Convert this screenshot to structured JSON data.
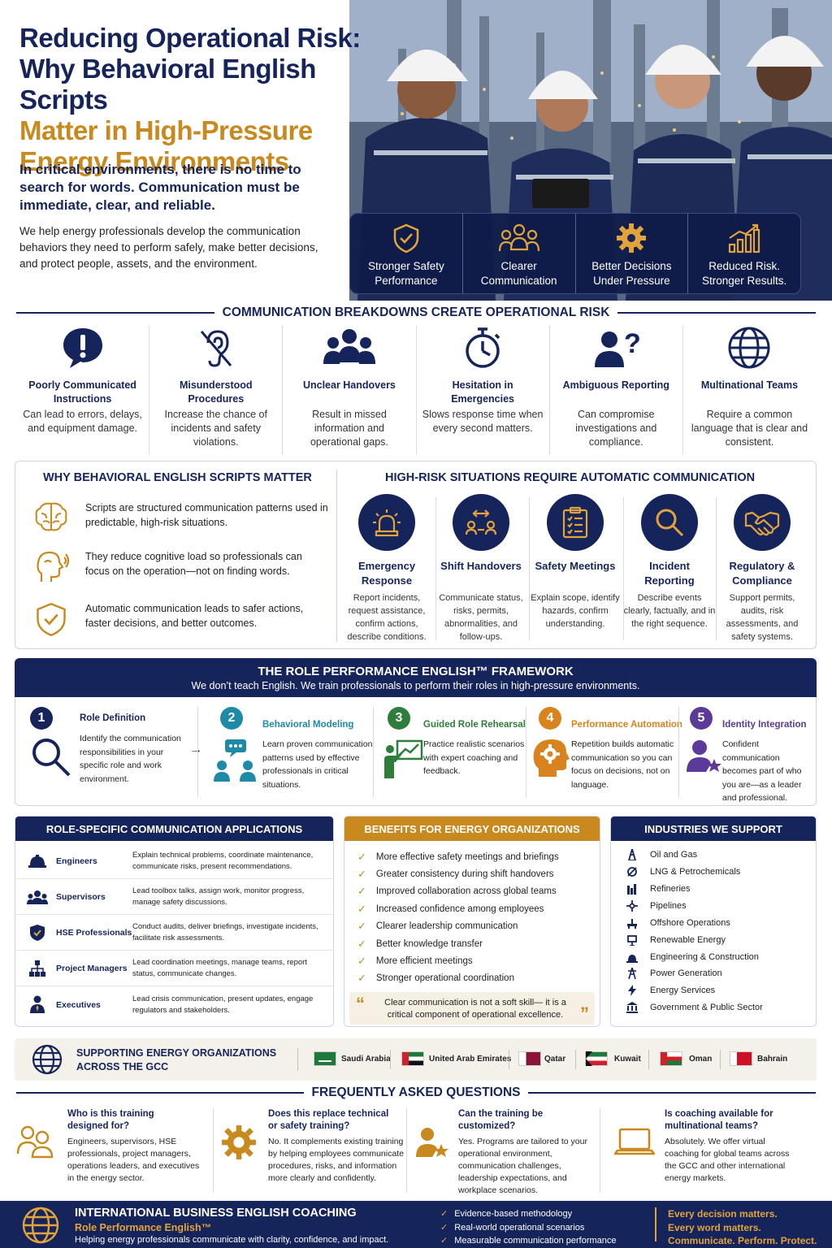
{
  "hero": {
    "title_line1": "Reducing Operational Risk:",
    "title_line2": "Why Behavioral English Scripts",
    "title_line3": "Matter in High-Pressure",
    "title_line4": "Energy Environments",
    "lead": "In critical environments, there is no time to search for words. Communication must be immediate, clear, and reliable.",
    "body": "We help energy professionals develop the communication behaviors they need to perform safely, make better decisions, and protect people, assets, and the environment.",
    "benefits": [
      {
        "icon": "shield-check-icon",
        "label": "Stronger Safety Performance"
      },
      {
        "icon": "team-icon",
        "label": "Clearer Communication"
      },
      {
        "icon": "gear-icon",
        "label": "Better Decisions Under Pressure"
      },
      {
        "icon": "growth-chart-icon",
        "label": "Reduced Risk. Stronger Results."
      }
    ]
  },
  "breakdowns": {
    "heading": "COMMUNICATION BREAKDOWNS CREATE OPERATIONAL RISK",
    "items": [
      {
        "icon": "alert-bubble-icon",
        "title": "Poorly Communicated Instructions",
        "desc": "Can lead to errors, delays, and equipment damage."
      },
      {
        "icon": "muted-ear-icon",
        "title": "Misunderstood Procedures",
        "desc": "Increase the chance of incidents and safety violations."
      },
      {
        "icon": "group-icon",
        "title": "Unclear Handovers",
        "desc": "Result in missed information and operational gaps."
      },
      {
        "icon": "stopwatch-icon",
        "title": "Hesitation in Emergencies",
        "desc": "Slows response time when every second matters."
      },
      {
        "icon": "person-question-icon",
        "title": "Ambiguous Reporting",
        "desc": "Can compromise investigations and compliance."
      },
      {
        "icon": "globe-icon",
        "title": "Multinational Teams",
        "desc": "Require a common language that is clear and consistent."
      }
    ]
  },
  "why": {
    "heading": "WHY BEHAVIORAL ENGLISH SCRIPTS MATTER",
    "items": [
      {
        "icon": "brain-icon",
        "text": "Scripts are structured communication patterns used in predictable, high-risk situations."
      },
      {
        "icon": "head-speaking-icon",
        "text": "They reduce cognitive load so professionals can focus on the operation—not on finding words."
      },
      {
        "icon": "shield-check-icon",
        "text": "Automatic communication leads to safer actions, faster decisions, and better outcomes."
      }
    ]
  },
  "highrisk": {
    "heading": "HIGH-RISK SITUATIONS REQUIRE AUTOMATIC COMMUNICATION",
    "items": [
      {
        "icon": "alarm-light-icon",
        "title": "Emergency Response",
        "desc": "Report incidents, request assistance, confirm actions, describe conditions."
      },
      {
        "icon": "handover-icon",
        "title": "Shift Handovers",
        "desc": "Communicate status, risks, permits, abnormalities, and follow-ups."
      },
      {
        "icon": "clipboard-icon",
        "title": "Safety Meetings",
        "desc": "Explain scope, identify hazards, confirm understanding."
      },
      {
        "icon": "magnifier-icon",
        "title": "Incident Reporting",
        "desc": "Describe events clearly, factually, and in the right sequence."
      },
      {
        "icon": "handshake-icon",
        "title": "Regulatory & Compliance",
        "desc": "Support permits, audits, risk assessments, and safety systems."
      }
    ]
  },
  "framework": {
    "title": "THE ROLE PERFORMANCE ENGLISH™ FRAMEWORK",
    "subtitle": "We don’t teach English. We train professionals to perform their roles in high-pressure environments.",
    "steps": [
      {
        "num": "1",
        "title": "Role Definition",
        "desc": "Identify the communication responsibilities in your specific role and work environment.",
        "icon": "magnifier-icon"
      },
      {
        "num": "2",
        "title": "Behavioral Modeling",
        "desc": "Learn proven communication patterns used by effective professionals in critical situations.",
        "icon": "people-chat-icon"
      },
      {
        "num": "3",
        "title": "Guided Role Rehearsal",
        "desc": "Practice realistic scenarios with expert coaching and feedback.",
        "icon": "presenter-icon"
      },
      {
        "num": "4",
        "title": "Performance Automation",
        "desc": "Repetition builds automatic communication so you can focus on decisions, not on language.",
        "icon": "head-gear-icon"
      },
      {
        "num": "5",
        "title": "Identity Integration",
        "desc": "Confident communication becomes part of who you are—as a leader and professional.",
        "icon": "person-star-icon"
      }
    ]
  },
  "roles": {
    "heading": "ROLE-SPECIFIC COMMUNICATION APPLICATIONS",
    "items": [
      {
        "icon": "hardhat-icon",
        "name": "Engineers",
        "desc": "Explain technical problems, coordinate maintenance, communicate risks, present recommendations."
      },
      {
        "icon": "group-icon",
        "name": "Supervisors",
        "desc": "Lead toolbox talks, assign work, monitor progress, manage safety discussions."
      },
      {
        "icon": "shield-check-icon",
        "name": "HSE Professionals",
        "desc": "Conduct audits, deliver briefings, investigate incidents, facilitate risk assessments."
      },
      {
        "icon": "org-chart-icon",
        "name": "Project Managers",
        "desc": "Lead coordination meetings, manage teams, report status, communicate changes."
      },
      {
        "icon": "executive-icon",
        "name": "Executives",
        "desc": "Lead crisis communication, present updates, engage regulators and stakeholders."
      }
    ]
  },
  "benefits_org": {
    "heading": "BENEFITS FOR ENERGY ORGANIZATIONS",
    "items": [
      "More effective safety meetings and briefings",
      "Greater consistency during shift handovers",
      "Improved collaboration across global teams",
      "Increased confidence among employees",
      "Clearer leadership communication",
      "Better knowledge transfer",
      "More efficient meetings",
      "Stronger operational coordination"
    ],
    "quote": "Clear communication is not a soft skill— it is a critical component of operational excellence."
  },
  "industries": {
    "heading": "INDUSTRIES WE SUPPORT",
    "items": [
      {
        "icon": "oil-rig-icon",
        "label": "Oil and Gas"
      },
      {
        "icon": "lng-icon",
        "label": "LNG & Petrochemicals"
      },
      {
        "icon": "refinery-icon",
        "label": "Refineries"
      },
      {
        "icon": "pipeline-icon",
        "label": "Pipelines"
      },
      {
        "icon": "offshore-icon",
        "label": "Offshore Operations"
      },
      {
        "icon": "renewable-icon",
        "label": "Renewable Energy"
      },
      {
        "icon": "engineering-icon",
        "label": "Engineering & Construction"
      },
      {
        "icon": "power-tower-icon",
        "label": "Power Generation"
      },
      {
        "icon": "energy-services-icon",
        "label": "Energy Services"
      },
      {
        "icon": "government-icon",
        "label": "Government & Public Sector"
      }
    ]
  },
  "gcc": {
    "heading_line1": "SUPPORTING ENERGY ORGANIZATIONS",
    "heading_line2": "ACROSS THE GCC",
    "countries": [
      "Saudi Arabia",
      "United Arab Emirates",
      "Qatar",
      "Kuwait",
      "Oman",
      "Bahrain"
    ]
  },
  "faq": {
    "heading": "FREQUENTLY ASKED QUESTIONS",
    "items": [
      {
        "icon": "people-icon",
        "q": "Who is this training designed for?",
        "a": "Engineers, supervisors, HSE professionals, project managers, operations leaders, and executives in the energy sector."
      },
      {
        "icon": "gear-icon",
        "q": "Does this replace technical or safety training?",
        "a": "No. It complements existing training by helping employees communicate procedures, risks, and information more clearly and confidently."
      },
      {
        "icon": "person-star-icon",
        "q": "Can the training be customized?",
        "a": "Yes. Programs are tailored to your operational environment, communication challenges, leadership expectations, and workplace scenarios."
      },
      {
        "icon": "laptop-icon",
        "q": "Is coaching available for multinational teams?",
        "a": "Absolutely. We offer virtual coaching for global teams across the GCC and other international energy markets."
      }
    ]
  },
  "footer": {
    "brand": "INTERNATIONAL BUSINESS ENGLISH COACHING",
    "product": "Role Performance English™",
    "tagline": "Helping energy professionals communicate with clarity, confidence, and impact.",
    "checks": [
      "Evidence-based methodology",
      "Real-world operational scenarios",
      "Measurable communication performance"
    ],
    "slogan1": "Every decision matters.",
    "slogan2": "Every word matters.",
    "slogan3": "Communicate. Perform. Protect."
  },
  "colors": {
    "navy": "#16245c",
    "gold": "#c88a1e",
    "teal": "#1e8aa8",
    "green": "#2f7d3a",
    "orange": "#d9831e",
    "purple": "#5b3a9a"
  }
}
